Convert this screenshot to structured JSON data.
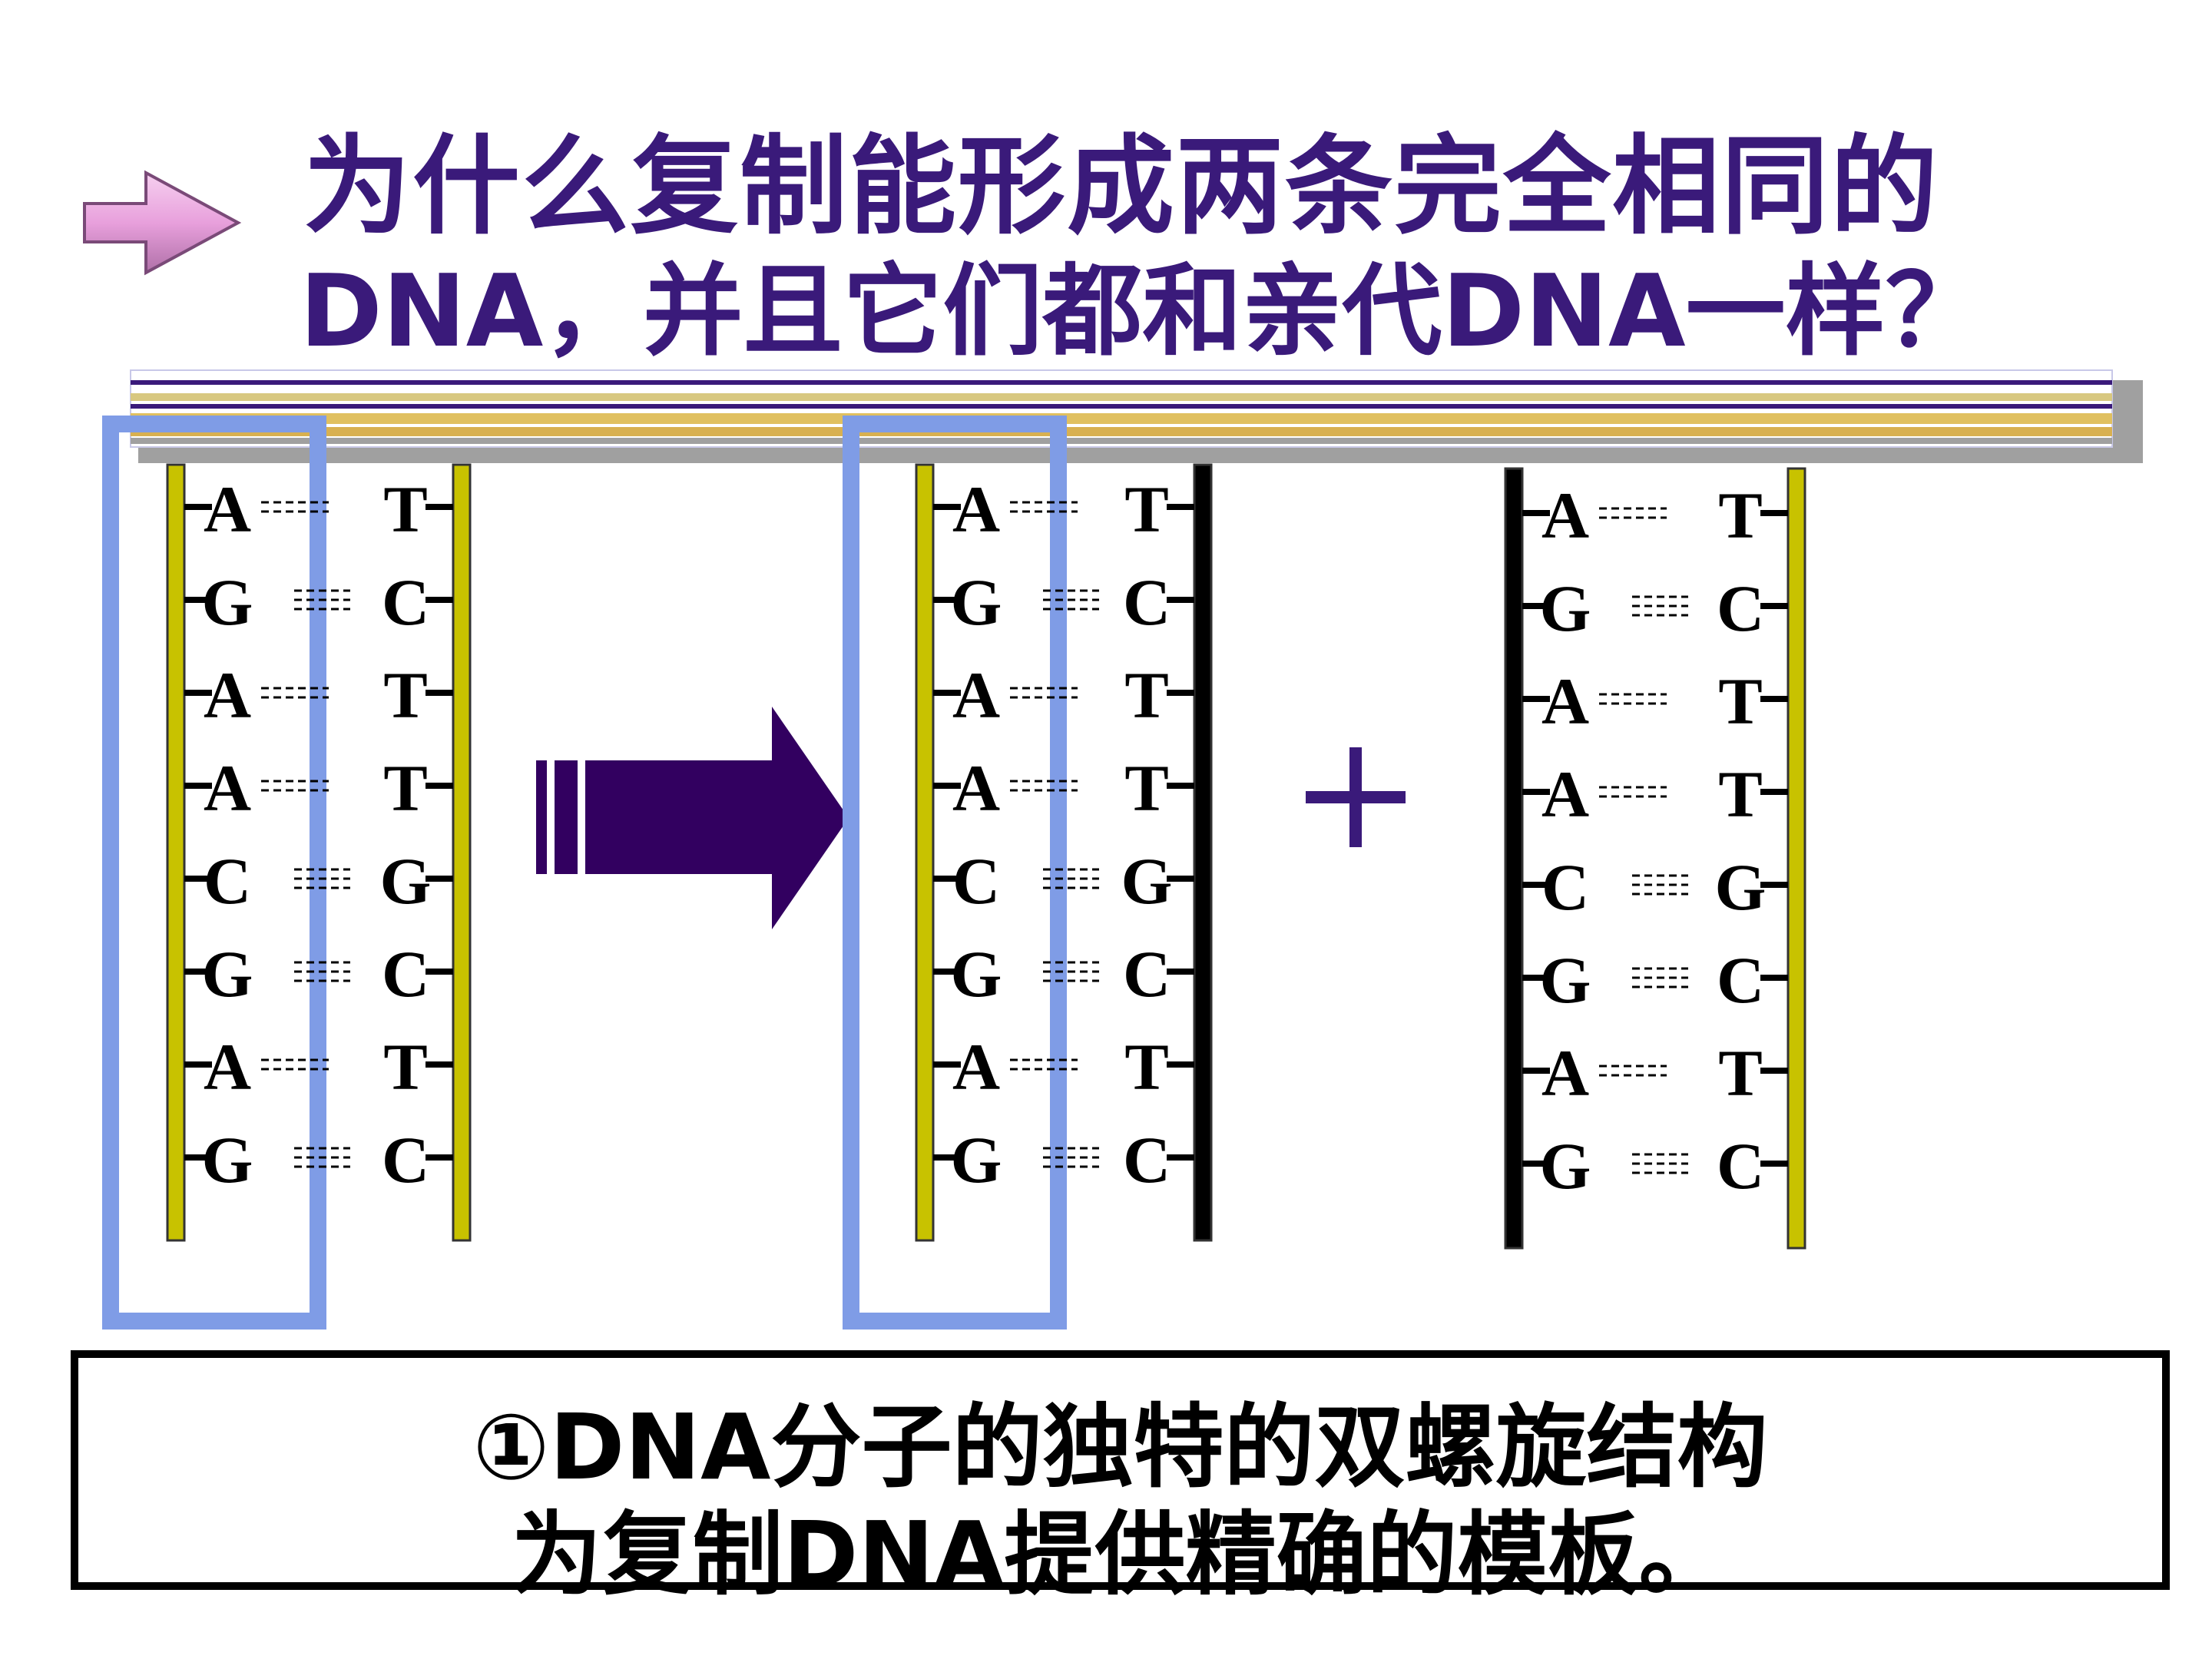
{
  "title": {
    "line1": "为什么复制能形成两条完全相同的",
    "line2": "DNA，并且它们都和亲代DNA一样？"
  },
  "caption": {
    "line1": "①DNA分子的独特的双螺旋结构",
    "line2": "为复制DNA提供精确的模板。"
  },
  "plus_sign": "+",
  "base_pairs": [
    {
      "left": "A",
      "right": "T",
      "bonds": 2
    },
    {
      "left": "G",
      "right": "C",
      "bonds": 3
    },
    {
      "left": "A",
      "right": "T",
      "bonds": 2
    },
    {
      "left": "A",
      "right": "T",
      "bonds": 2
    },
    {
      "left": "C",
      "right": "G",
      "bonds": 3
    },
    {
      "left": "G",
      "right": "C",
      "bonds": 3
    },
    {
      "left": "A",
      "right": "T",
      "bonds": 2
    },
    {
      "left": "G",
      "right": "C",
      "bonds": 3
    }
  ],
  "colors": {
    "title": "#3a1a7a",
    "parent_strand": "#c8c200",
    "new_strand": "#000000",
    "highlight_box": "#7f9ce6",
    "big_arrow": "#320060",
    "pointer_arrow": "#e8a8e0",
    "plus": "#3a1a7a"
  },
  "icons": {
    "pointer": "pink-arrow-icon",
    "process": "replication-arrow-icon"
  }
}
